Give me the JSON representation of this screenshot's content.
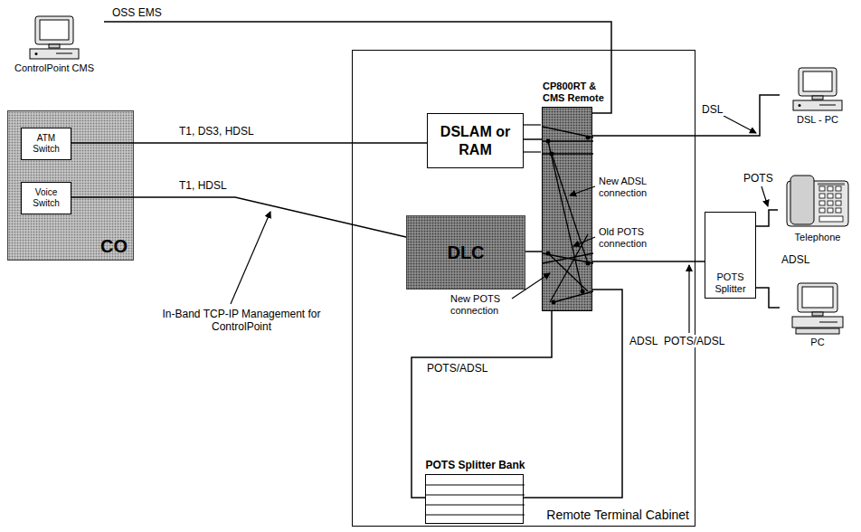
{
  "diagram": {
    "nodes": [
      {
        "text": [
          "ControlPoint CMS"
        ]
      },
      {
        "text": [
          "CO"
        ]
      },
      {
        "text": [
          "ATM Switch"
        ],
        "in": 1
      },
      {
        "text": [
          "Voice Switch"
        ],
        "in": 1
      },
      {
        "text": [
          "Remote Terminal Cabinet"
        ]
      },
      {
        "text": [
          "CP800RT & CMS Remote"
        ],
        "in": 4
      },
      {
        "text": [
          "DSLAM or RAM"
        ],
        "in": 4
      },
      {
        "text": [
          "DLC"
        ],
        "in": 4
      },
      {
        "text": [
          "POTS Splitter Bank"
        ],
        "in": 4
      },
      {
        "text": [
          "DSL - PC"
        ]
      },
      {
        "text": [
          "Telephone"
        ]
      },
      {
        "text": [
          "POTS Splitter"
        ]
      },
      {
        "text": [
          "PC"
        ]
      }
    ],
    "edges": [
      {
        "from": 0,
        "to": 5,
        "label": "OSS EMS",
        "arrow": "none"
      },
      {
        "from": 2,
        "to": 6,
        "label": "T1, DS3, HDSL",
        "arrow": "none"
      },
      {
        "from": 3,
        "to": 7,
        "label": "T1, HDSL",
        "arrow": "none"
      },
      {
        "from": 6,
        "to": 5,
        "arrow": "none"
      },
      {
        "from": 7,
        "to": 5,
        "arrow": "none"
      },
      {
        "from": 5,
        "to": 9,
        "label": "DSL",
        "arrow": "none"
      },
      {
        "from": 5,
        "to": 11,
        "label": "POTS/ADSL",
        "arrow": "none"
      },
      {
        "from": 5,
        "to": 8,
        "label": "POTS/ADSL",
        "arrow": "none"
      },
      {
        "from": 5,
        "to": 8,
        "label": "ADSL",
        "arrow": "none"
      },
      {
        "from": 11,
        "to": 10,
        "label": "POTS",
        "arrow": "none"
      },
      {
        "from": 11,
        "to": 12,
        "label": "ADSL",
        "arrow": "none"
      }
    ],
    "labels": [
      "In-Band TCP-IP Management for ControlPoint",
      "New ADSL connection",
      "Old POTS connection",
      "New POTS connection"
    ]
  }
}
